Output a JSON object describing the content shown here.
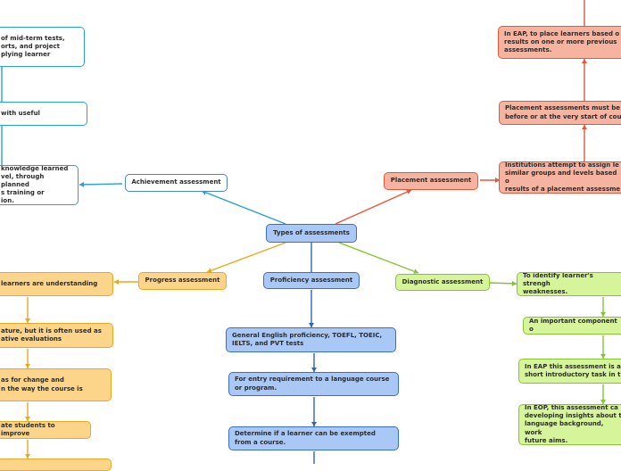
{
  "root": {
    "label": "Types of assessments"
  },
  "branches": {
    "achievement": {
      "label": "Achievement assessment",
      "notes": [
        "of mid-term tests,\norts,  and project\nplying learner",
        "with useful",
        "knowledge learned\nvel, through planned\ns training or\nion."
      ]
    },
    "placement": {
      "label": "Placement assessment",
      "notes": [
        "Institutions attempt  to assign le\nsimilar groups and levels based o\nresults of a placement assessme",
        "Placement assessments must be\nbefore or at the very start of cou",
        "In EAP,  to place learners based o\nresults on one or more previous\nassessments."
      ]
    },
    "progress": {
      "label": "Progress assessment",
      "notes": [
        "learners are understanding",
        "ature, but it is often used as\native evaluations",
        "as for change and\nn the way the course is",
        "ate students to improve"
      ]
    },
    "proficiency": {
      "label": "Proficiency assessment",
      "notes": [
        "General English proficiency, TOEFL, TOEIC,\nIELTS, and PVT tests",
        "For entry requirement to a language course\nor program.",
        "Determine if a learner can be exempted\nfrom a course."
      ]
    },
    "diagnostic": {
      "label": "Diagnostic assessment",
      "notes": [
        "To identify learner's strengh\nweaknesses.",
        "An important component o",
        "In EAP this assessment is a\nshort introductory task in t",
        "In EOP, this assessment ca\ndeveloping insights about t\nlanguage background, work\nfuture aims."
      ]
    }
  },
  "colors": {
    "proficiency": "#2f63b8",
    "achievement": "#2aa0d8",
    "placement": "#e2583a",
    "progress": "#e9a823",
    "diagnostic": "#86c437"
  }
}
